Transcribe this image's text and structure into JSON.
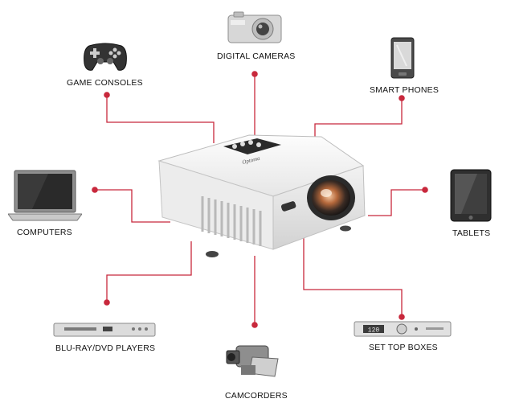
{
  "diagram": {
    "accent_color": "#c8283c",
    "center": {
      "icon": "projector-icon",
      "brand": "Optoma"
    },
    "devices": [
      {
        "id": "digital-cameras",
        "label": "DIGITAL CAMERAS",
        "icon": "camera-icon"
      },
      {
        "id": "game-consoles",
        "label": "GAME CONSOLES",
        "icon": "gamepad-icon"
      },
      {
        "id": "smart-phones",
        "label": "SMART PHONES",
        "icon": "smartphone-icon"
      },
      {
        "id": "computers",
        "label": "COMPUTERS",
        "icon": "laptop-icon"
      },
      {
        "id": "tablets",
        "label": "TABLETS",
        "icon": "tablet-icon"
      },
      {
        "id": "blu-ray-dvd-players",
        "label": "BLU-RAY/DVD PLAYERS",
        "icon": "dvd-player-icon"
      },
      {
        "id": "set-top-boxes",
        "label": "SET TOP BOXES",
        "icon": "set-top-box-icon",
        "display": "120"
      },
      {
        "id": "camcorders",
        "label": "CAMCORDERS",
        "icon": "camcorder-icon"
      }
    ]
  }
}
